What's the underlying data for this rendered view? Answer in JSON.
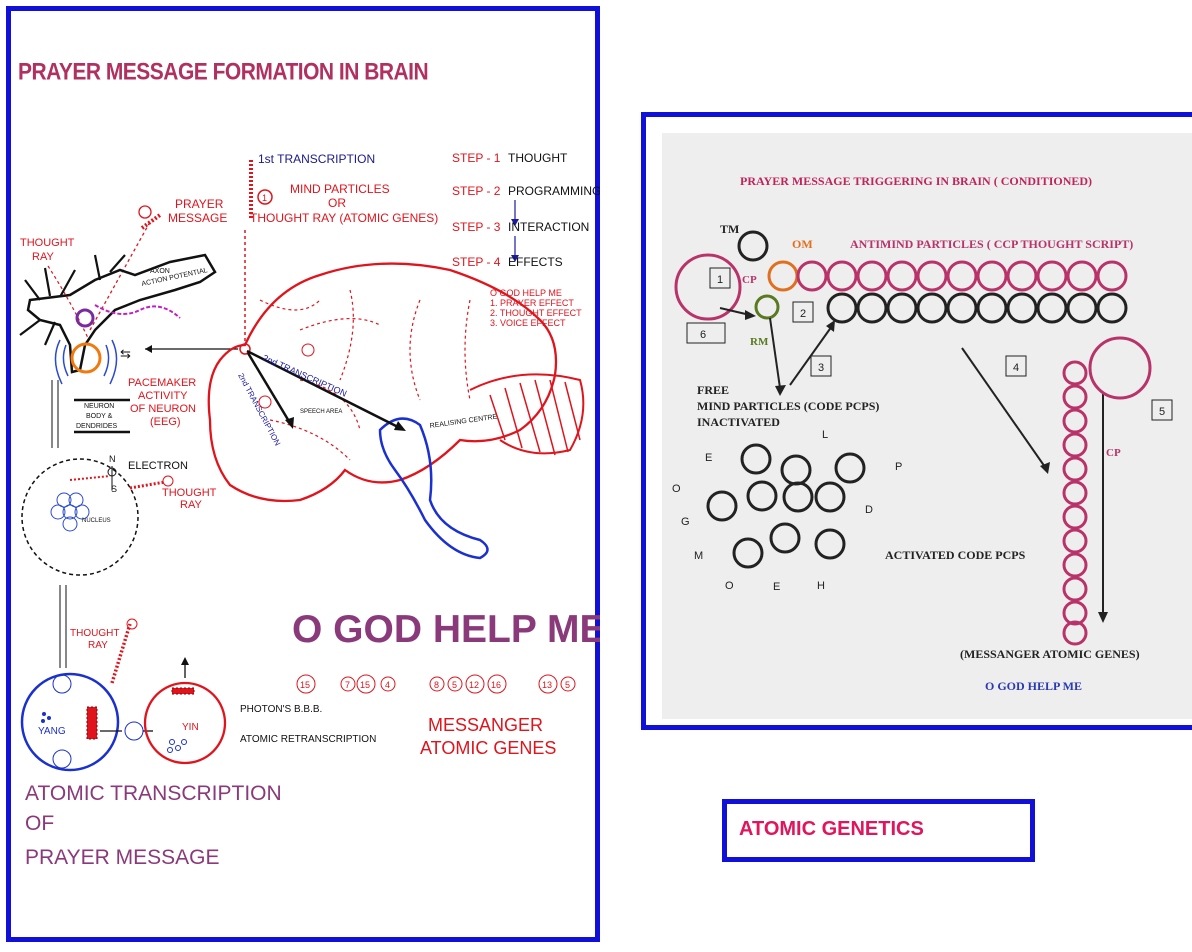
{
  "left": {
    "title": "PRAYER MESSAGE FORMATION IN BRAIN",
    "first_transcription": "1st TRANSCRIPTION",
    "mind_particles_1": "MIND PARTICLES",
    "mind_particles_2": "OR",
    "mind_particles_3": "THOUGHT RAY (ATOMIC GENES)",
    "steps": [
      {
        "prefix": "STEP - 1",
        "label": "THOUGHT"
      },
      {
        "prefix": "STEP - 2",
        "label": "PROGRAMMING"
      },
      {
        "prefix": "STEP - 3",
        "label": "INTERACTION"
      },
      {
        "prefix": "STEP - 4",
        "label": "EFFECTS"
      }
    ],
    "effects": [
      "O GOD HELP ME",
      "1. PRAYER EFFECT",
      "2. THOUGHT EFFECT",
      "3. VOICE EFFECT"
    ],
    "prayer_message_1": "PRAYER",
    "prayer_message_2": "MESSAGE",
    "thought_ray_1": "THOUGHT",
    "thought_ray_2": "RAY",
    "axon": "AXON",
    "action_potential": "ACTION POTENTIAL",
    "pacemaker": [
      "PACEMAKER",
      "ACTIVITY",
      "OF NEURON",
      "(EEG)"
    ],
    "neuron_body": [
      "NEURON",
      "BODY &",
      "DENDRIDES"
    ],
    "electron": "ELECTRON",
    "nucleus": "NUCLEUS",
    "second_transcription": "2nd TRANSCRIPTION",
    "third_transcription": "2nd TRANSCRIPTION",
    "speech_area": "SPEECH AREA",
    "realising_centre": "REALISING CENTRE",
    "big_title": "O GOD HELP ME",
    "number_groups": [
      [
        "15"
      ],
      [
        "7",
        "15",
        "4"
      ],
      [
        "8",
        "5",
        "12",
        "16"
      ],
      [
        "13",
        "5"
      ]
    ],
    "photons": "PHOTON'S B.B.B.",
    "atomic_retranscription": "ATOMIC RETRANSCRIPTION",
    "yang": "YANG",
    "yin": "YIN",
    "messanger_1": "MESSANGER",
    "messanger_2": "ATOMIC GENES",
    "atomic_transcription_1": "ATOMIC TRANSCRIPTION",
    "atomic_transcription_2": "OF",
    "atomic_transcription_3": "PRAYER MESSAGE"
  },
  "right": {
    "title": "PRAYER MESSAGE  TRIGGERING IN BRAIN ( CONDITIONED)",
    "tm": "TM",
    "om": "OM",
    "cp": "CP",
    "rm": "RM",
    "antimind": "ANTIMIND PARTICLES  ( CCP  THOUGHT SCRIPT)",
    "boxes": [
      "1",
      "2",
      "3",
      "4",
      "5",
      "6"
    ],
    "free_1": "FREE",
    "free_2": "MIND  PARTICLES (CODE PCPS)",
    "free_3": "INACTIVATED",
    "letters": [
      "L",
      "E",
      "P",
      "O",
      "D",
      "G",
      "M",
      "O",
      "E",
      "H"
    ],
    "cp2": "CP",
    "activated": "ACTIVATED CODE PCPS",
    "messanger": "(MESSANGER ATOMIC GENES)",
    "god": "O GOD HELP ME"
  },
  "footer": {
    "atomic_genetics": "ATOMIC GENETICS"
  },
  "colors": {
    "frame_blue": "#1010d8",
    "diagram_red": "#e0141c",
    "title_maroon": "#b03060",
    "purple": "#8a3a7a",
    "pink": "#e0155c",
    "magenta_circles": "#b8336a"
  }
}
